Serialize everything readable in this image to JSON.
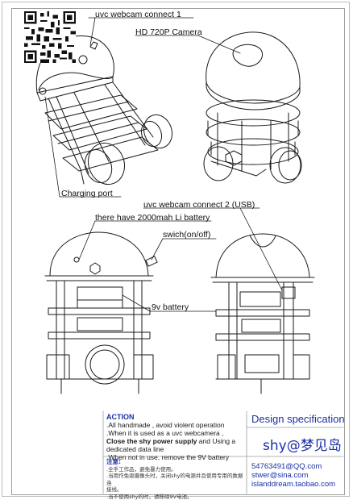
{
  "labels": {
    "webcam1": "uvc webcam connect 1",
    "camera": "HD 720P Camera",
    "charging": "Charging port",
    "webcam2": "uvc webcam connect 2 (USB)",
    "battery_li": "there have 2000mah Li battery",
    "switch": "swich(on/off)",
    "battery_9v": "9v  battery"
  },
  "action": {
    "title": "ACTION",
    "line1": ".All handmade , avoid violent operation",
    "line2": ".When it is used as a uvc webcamera ,",
    "line3_bold": "Close the shy power supply",
    "line3_rest": " and Using a",
    "line4": "dedicated data line",
    "line5": ".When not in use, remove the 9V battery"
  },
  "notice": {
    "title": "注意:",
    "line1": ".全手工作品，避免暴力使用。",
    "line2": ".当用作免驱摄像头时，关闭shy的电源并且使用专用的数据连",
    "line3": "接线。",
    "line4": ".当不使用shy的时，请移除9V电池。"
  },
  "title_block": {
    "spec": "Design specification",
    "brand": "shy@梦见岛",
    "qq": "54763491@QQ.com",
    "email": "stwer@sina.com",
    "shop": "islanddream.taobao.com"
  }
}
